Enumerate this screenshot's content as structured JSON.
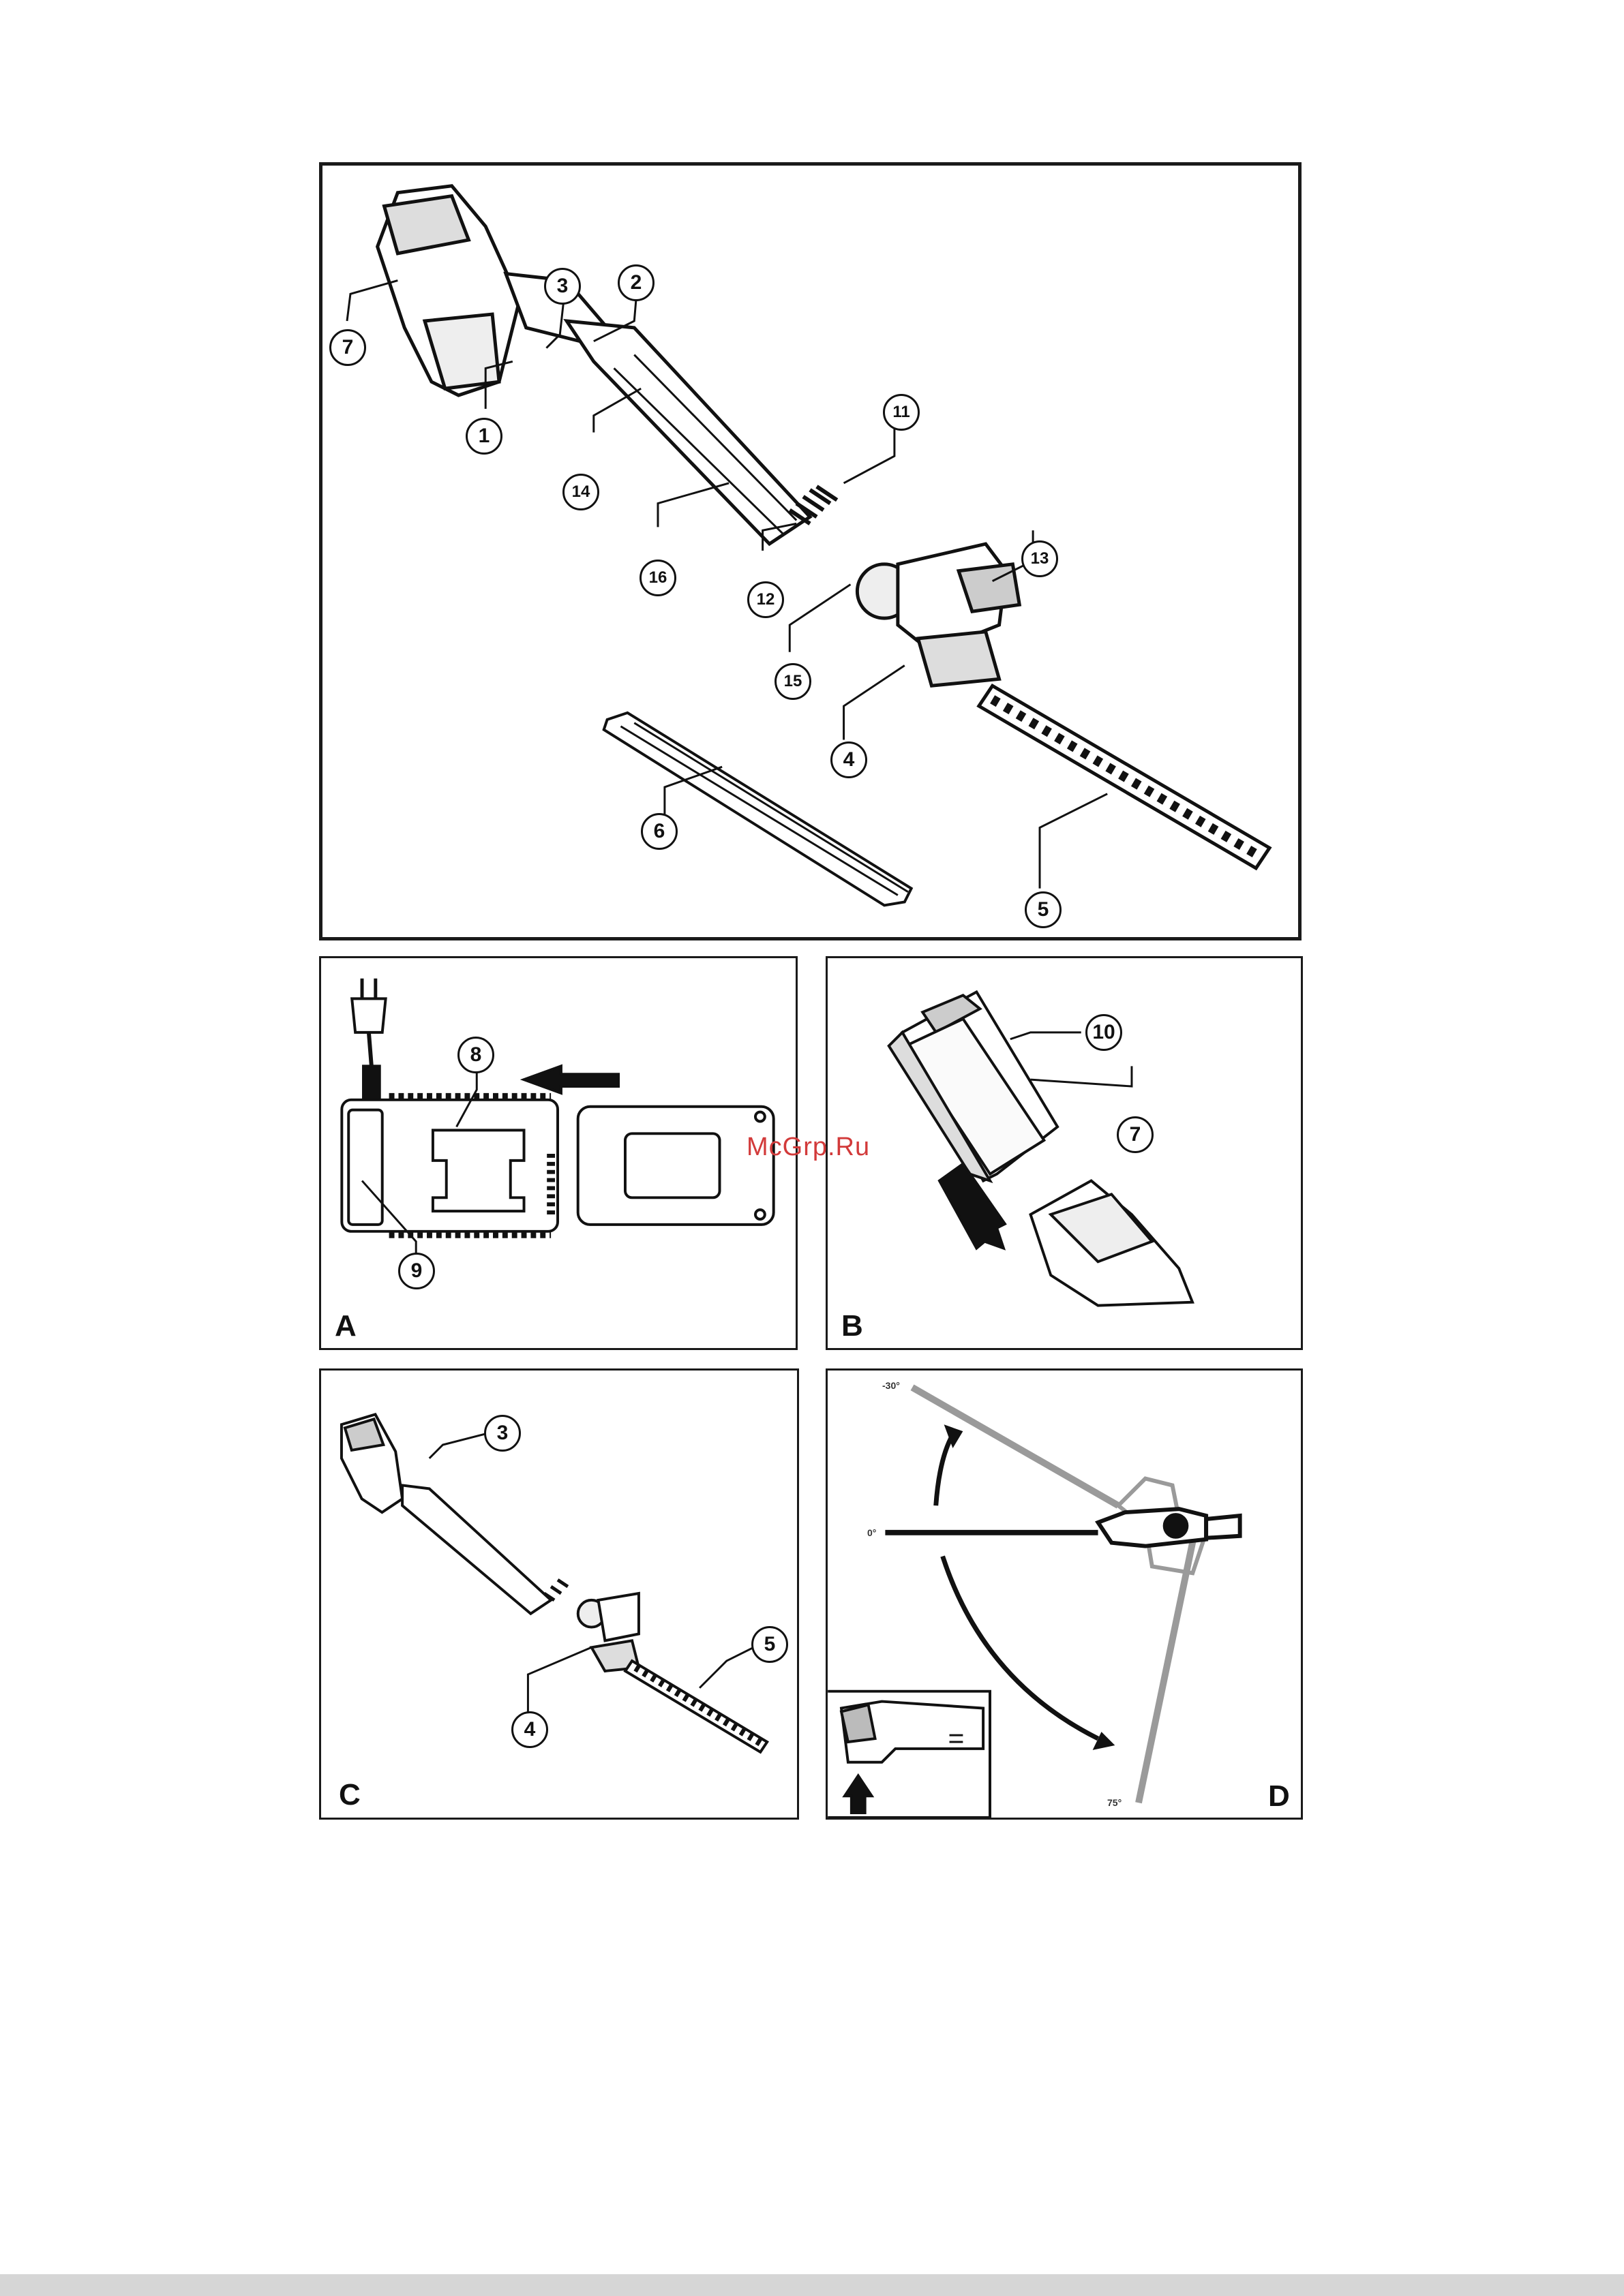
{
  "colors": {
    "line": "#111111",
    "gray": "#9a9a9a",
    "watermark": "#d23a3a",
    "footer": "#d6d6d6"
  },
  "main_panel": {
    "callouts": [
      "1",
      "2",
      "3",
      "4",
      "5",
      "6",
      "7",
      "11",
      "12",
      "13",
      "14",
      "15",
      "16"
    ]
  },
  "panel_a": {
    "letter": "A",
    "callouts": [
      "8",
      "9"
    ]
  },
  "panel_b": {
    "letter": "B",
    "callouts": [
      "10",
      "7"
    ]
  },
  "panel_c": {
    "letter": "C",
    "callouts": [
      "3",
      "4",
      "5"
    ]
  },
  "panel_d": {
    "letter": "D",
    "angles": [
      "-30°",
      "0°",
      "75°"
    ]
  },
  "watermark": "McGrp.Ru"
}
